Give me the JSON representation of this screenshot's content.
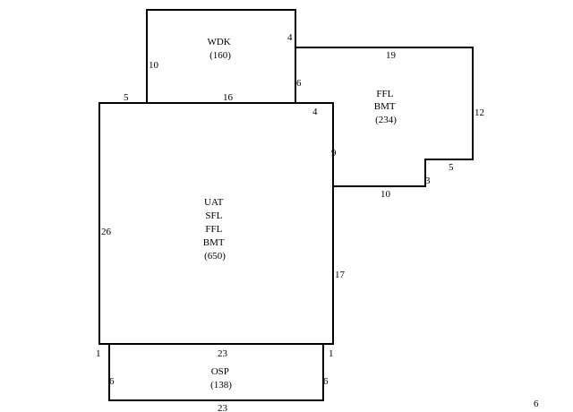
{
  "areas": {
    "wdk": {
      "lines": [
        "WDK",
        "(160)"
      ]
    },
    "ffl_bmt": {
      "lines": [
        "FFL",
        "BMT",
        "(234)"
      ]
    },
    "main": {
      "lines": [
        "UAT",
        "SFL",
        "FFL",
        "BMT",
        "(650)"
      ]
    },
    "osp": {
      "lines": [
        "OSP",
        "(138)"
      ]
    }
  },
  "dimensions": {
    "wdk_left": "10",
    "wdk_right_top": "4",
    "wdk_right_bottom": "6",
    "main_top_left": "5",
    "main_top_mid": "16",
    "main_top_right": "4",
    "ffl_top": "19",
    "ffl_right": "12",
    "ffl_step_horizontal": "5",
    "ffl_step_vertical": "3",
    "ffl_bottom": "10",
    "main_right_upper": "9",
    "main_right_lower": "17",
    "main_left": "26",
    "osp_top": "23",
    "osp_top_left_step": "1",
    "osp_top_right_step": "1",
    "osp_left": "6",
    "osp_right": "6",
    "osp_bottom": "23"
  },
  "page_number": "6"
}
